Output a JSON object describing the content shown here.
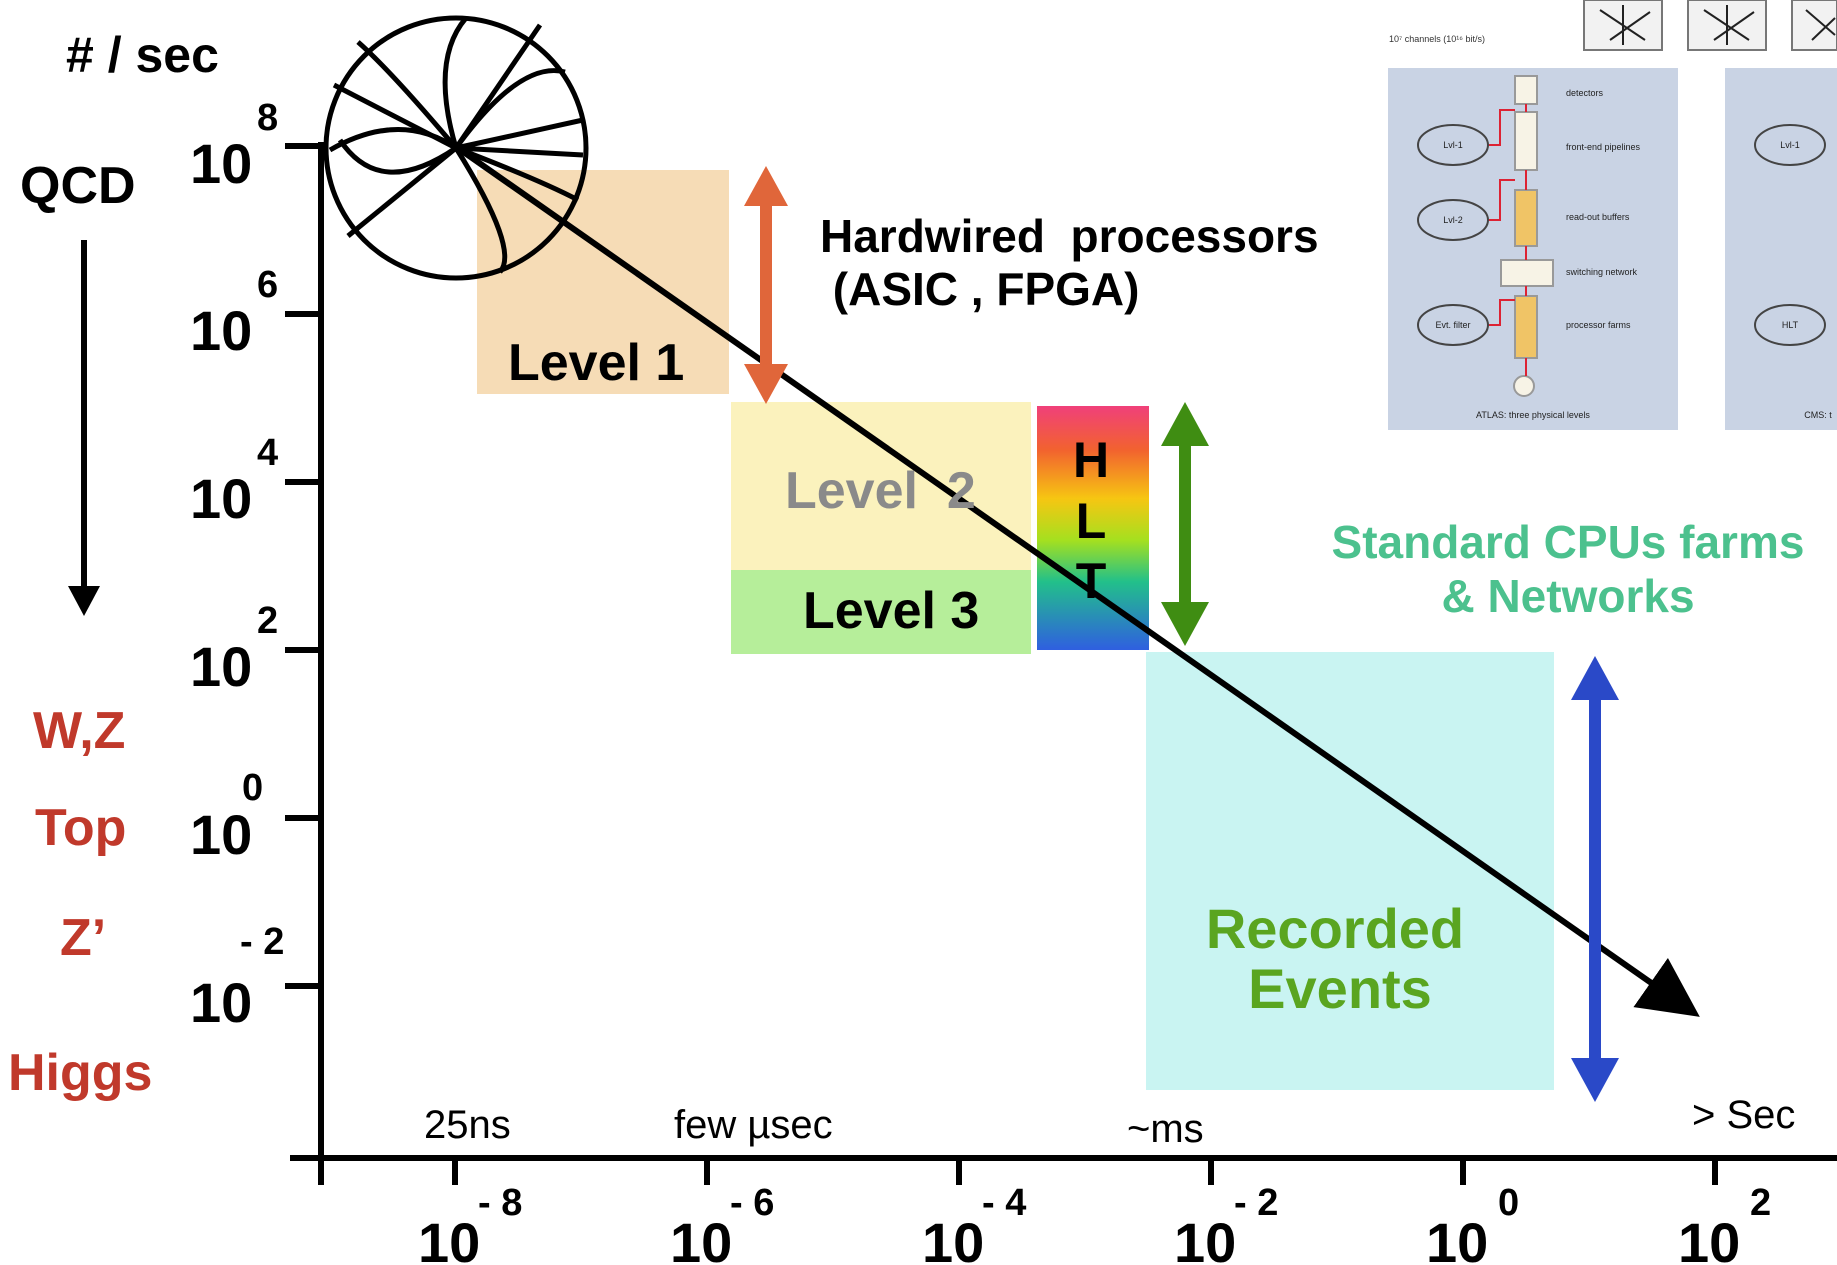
{
  "y_axis": {
    "title": "# / sec",
    "ticks": [
      {
        "base": "10",
        "exp": "8"
      },
      {
        "base": "10",
        "exp": "6"
      },
      {
        "base": "10",
        "exp": "4"
      },
      {
        "base": "10",
        "exp": "2"
      },
      {
        "base": "10",
        "exp": "0"
      },
      {
        "base": "10",
        "exp": "- 2"
      }
    ]
  },
  "x_axis": {
    "ticks": [
      {
        "base": "10",
        "exp": "- 8"
      },
      {
        "base": "10",
        "exp": "- 6"
      },
      {
        "base": "10",
        "exp": "- 4"
      },
      {
        "base": "10",
        "exp": "- 2"
      },
      {
        "base": "10",
        "exp": "0"
      },
      {
        "base": "10",
        "exp": "2"
      }
    ],
    "time_labels": [
      "25ns",
      "few µsec",
      "~ms",
      "> Sec"
    ]
  },
  "physics_labels": {
    "top": "QCD",
    "list": [
      "W,Z",
      "Top",
      "Z’",
      "Higgs"
    ]
  },
  "levels": {
    "level1": "Level 1",
    "level2": "Level  2",
    "level3": "Level 3",
    "hlt": [
      "H",
      "L",
      "T"
    ],
    "recorded": [
      "Recorded",
      "Events"
    ]
  },
  "annotations": {
    "hardwired": [
      "Hardwired  processors",
      " (ASIC , FPGA)"
    ],
    "standard": [
      "Standard CPUs farms",
      "& Networks"
    ]
  },
  "inset": {
    "header": "10⁷ channels (10¹⁶ bit/s)",
    "stages": [
      "detectors",
      "front-end pipelines",
      "read-out buffers",
      "switching network",
      "processor farms"
    ],
    "ovals": [
      "Lvl-1",
      "Lvl-2",
      "Evt. filter"
    ],
    "caption": "ATLAS: three physical levels",
    "right_ovals": [
      "Lvl-1",
      "HLT"
    ],
    "right_caption": "CMS: t"
  },
  "colors": {
    "level1": "#f6dcb6",
    "level2": "#fbf2bd",
    "level3": "#b6ee9a",
    "recorded": "#c9f4f2",
    "orange_arrow": "#e0663a",
    "green_arrow": "#3f8d12",
    "blue_arrow": "#2a49c8",
    "physics_red": "#c0392b",
    "teal_text": "#4cc18e",
    "recorded_text": "#5aa520",
    "inset_bg": "#c9d3e4"
  }
}
